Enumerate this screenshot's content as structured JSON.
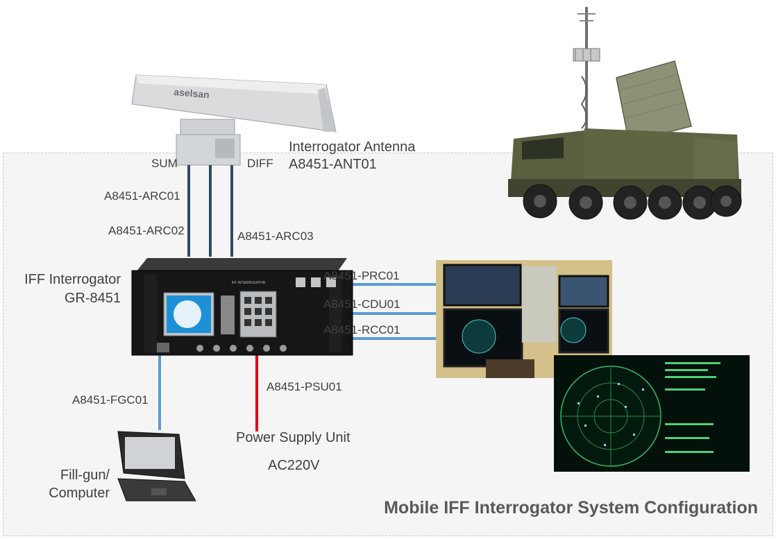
{
  "antenna": {
    "brand": "aselsan",
    "name": "Interrogator Antenna",
    "part": "A8451-ANT01",
    "port_sum": "SUM",
    "port_diff": "DIFF"
  },
  "cables": {
    "arc01": "A8451-ARC01",
    "arc02": "A8451-ARC02",
    "arc03": "A8451-ARC03",
    "prc01": "A8451-PRC01",
    "cdu01": "A8451-CDU01",
    "rcc01": "A8451-RCC01",
    "psu01": "A8451-PSU01",
    "fgc01": "A8451-FGC01"
  },
  "interrogator": {
    "name": "IFF Interrogator",
    "part": "GR-8451",
    "panel_text": "IFF INTERROGATOR"
  },
  "power": {
    "name": "Power Supply Unit",
    "voltage": "AC220V"
  },
  "fillgun": {
    "line1": "Fill-gun/",
    "line2": "Computer"
  },
  "caption": "Mobile IFF Interrogator System Configuration",
  "colors": {
    "cable_blue": "#5b9bd5",
    "cable_red": "#e3001b",
    "panel_bg": "#f5f5f5",
    "text": "#404040"
  }
}
